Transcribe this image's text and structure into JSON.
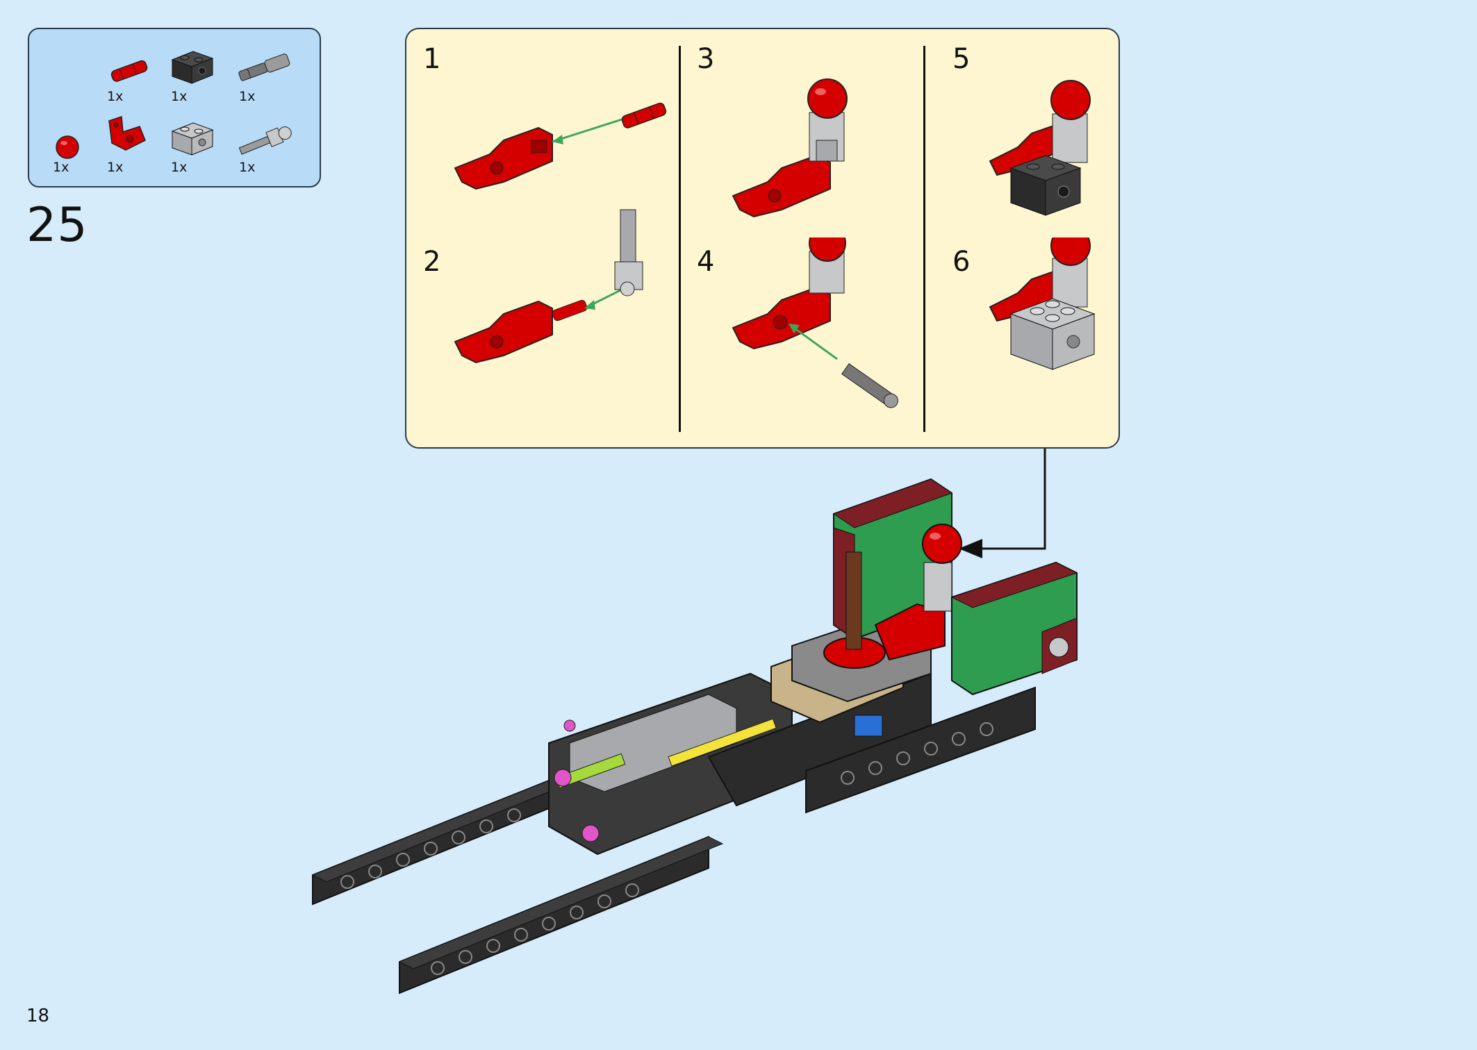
{
  "step": "25",
  "page_number": "18",
  "parts": [
    {
      "icon": "red-axle-pin-icon",
      "qty": "1x"
    },
    {
      "icon": "black-technic-brick-icon",
      "qty": "1x"
    },
    {
      "icon": "gray-axle-connector-icon",
      "qty": "1x"
    },
    {
      "icon": "red-ball-icon",
      "qty": "1x"
    },
    {
      "icon": "red-bracket-icon",
      "qty": "1x"
    },
    {
      "icon": "gray-technic-brick-icon",
      "qty": "1x"
    },
    {
      "icon": "gray-ball-joint-axle-icon",
      "qty": "1x"
    }
  ],
  "substeps": [
    "1",
    "2",
    "3",
    "4",
    "5",
    "6"
  ],
  "colors": {
    "background": "#d6ecfb",
    "parts_box": "#b8dcf7",
    "substep_panel": "#fdf6d0",
    "arrow_green": "#3ea65a",
    "lego_red": "#d40000",
    "lego_black": "#2b2b2b",
    "lego_gray": "#a7a9ac",
    "lego_green": "#2e9d4f",
    "lego_dark_red": "#7d1f24",
    "lego_tan": "#c9b48a"
  }
}
